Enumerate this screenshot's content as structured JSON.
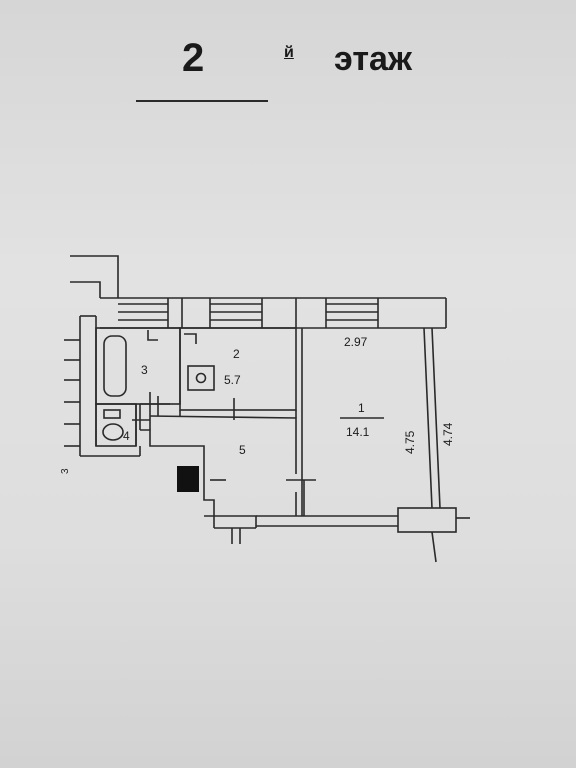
{
  "header": {
    "floor_number": "2",
    "floor_suffix": "й",
    "floor_word": "этаж"
  },
  "plan": {
    "room_1": {
      "number": "1",
      "area": "14.1"
    },
    "room_2": {
      "number": "2",
      "area": "5.7"
    },
    "room_3": {
      "number": "3"
    },
    "room_4": {
      "number": "4"
    },
    "room_5": {
      "number": "5"
    },
    "dimension_top": "2.97",
    "dimension_right_inner": "4.75",
    "dimension_right_outer": "4.74",
    "side_mark": "3"
  },
  "colors": {
    "line": "#2a2a2a",
    "paper": "#dedede",
    "fill_dark": "#111111"
  }
}
